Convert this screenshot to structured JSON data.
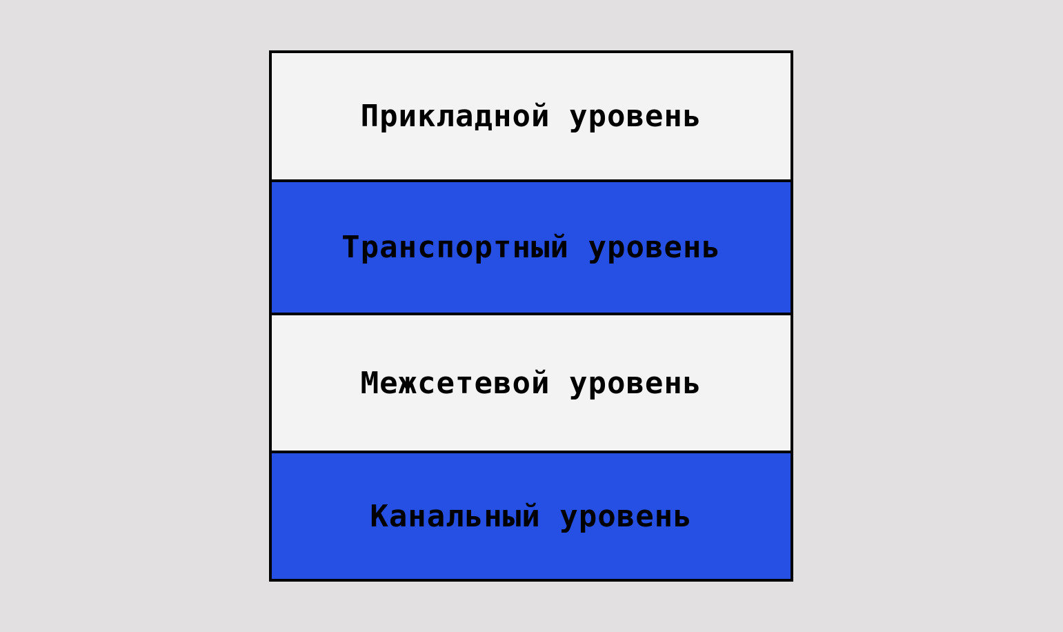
{
  "diagram": {
    "layers": [
      {
        "label": "Прикладной уровень",
        "color": "#f3f3f3"
      },
      {
        "label": "Транспортный уровень",
        "color": "#2550e3"
      },
      {
        "label": "Межсетевой уровень",
        "color": "#f3f3f3"
      },
      {
        "label": "Канальный уровень",
        "color": "#2550e3"
      }
    ]
  }
}
